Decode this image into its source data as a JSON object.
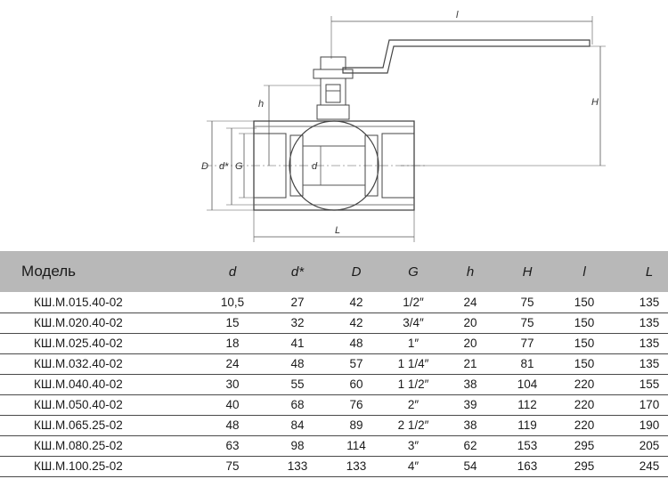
{
  "drawing": {
    "dimension_labels": {
      "l_top": "l",
      "H": "H",
      "h": "h",
      "D": "D",
      "d_star": "d*",
      "G": "G",
      "d": "d",
      "L": "L"
    }
  },
  "table": {
    "headers": [
      "Модель",
      "d",
      "d*",
      "D",
      "G",
      "h",
      "H",
      "l",
      "L"
    ],
    "rows": [
      [
        "КШ.М.015.40-02",
        "10,5",
        "27",
        "42",
        "1/2″",
        "24",
        "75",
        "150",
        "135"
      ],
      [
        "КШ.М.020.40-02",
        "15",
        "32",
        "42",
        "3/4″",
        "20",
        "75",
        "150",
        "135"
      ],
      [
        "КШ.М.025.40-02",
        "18",
        "41",
        "48",
        "1″",
        "20",
        "77",
        "150",
        "135"
      ],
      [
        "КШ.М.032.40-02",
        "24",
        "48",
        "57",
        "1 1/4″",
        "21",
        "81",
        "150",
        "135"
      ],
      [
        "КШ.М.040.40-02",
        "30",
        "55",
        "60",
        "1 1/2″",
        "38",
        "104",
        "220",
        "155"
      ],
      [
        "КШ.М.050.40-02",
        "40",
        "68",
        "76",
        "2″",
        "39",
        "112",
        "220",
        "170"
      ],
      [
        "КШ.М.065.25-02",
        "48",
        "84",
        "89",
        "2 1/2″",
        "38",
        "119",
        "220",
        "190"
      ],
      [
        "КШ.М.080.25-02",
        "63",
        "98",
        "114",
        "3″",
        "62",
        "153",
        "295",
        "205"
      ],
      [
        "КШ.М.100.25-02",
        "75",
        "133",
        "133",
        "4″",
        "54",
        "163",
        "295",
        "245"
      ]
    ]
  }
}
